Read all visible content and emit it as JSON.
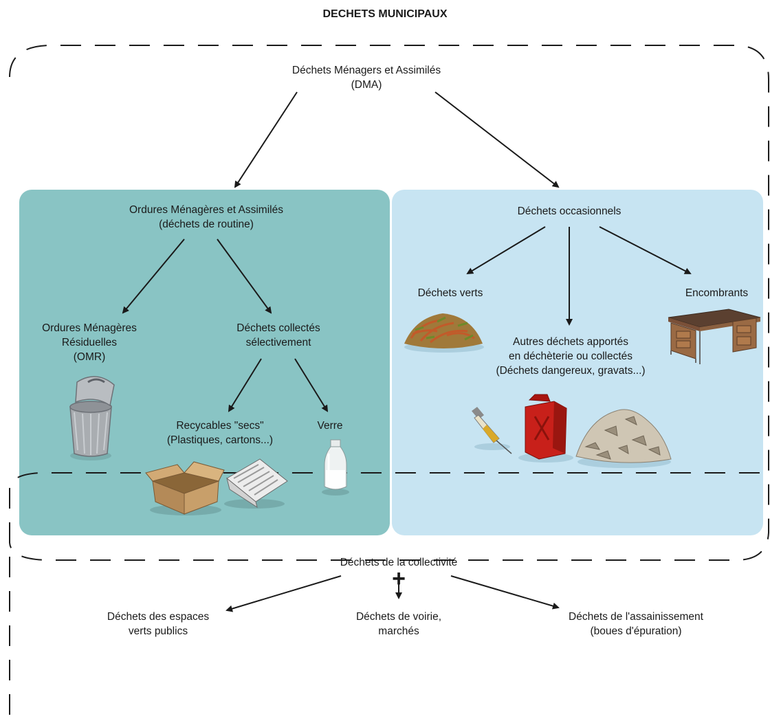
{
  "title": "DECHETS MUNICIPAUX",
  "colors": {
    "left_panel": "#89c4c4",
    "right_panel": "#c7e4f2",
    "stroke": "#1a1a1a"
  },
  "dma": {
    "line1": "Déchets Ménagers et Assimilés",
    "line2": "(DMA)"
  },
  "oma": {
    "line1": "Ordures Ménagères et Assimilés",
    "line2": "(déchets de routine)"
  },
  "omr": {
    "line1": "Ordures Ménagères",
    "line2": "Résiduelles",
    "line3": "(OMR)"
  },
  "selective": {
    "line1": "Déchets collectés",
    "line2": "sélectivement"
  },
  "recyclables": {
    "line1": "Recycables \"secs\"",
    "line2": "(Plastiques, cartons...)"
  },
  "glass": {
    "label": "Verre"
  },
  "occasional": {
    "label": "Déchets occasionnels"
  },
  "green": {
    "label": "Déchets verts"
  },
  "bulky": {
    "label": "Encombrants"
  },
  "other": {
    "line1": "Autres déchets apportés",
    "line2": "en déchèterie ou collectés",
    "line3": "(Déchets dangereux, gravats...)"
  },
  "plus": "+",
  "community": {
    "label": "Déchets de la collectivité"
  },
  "public_green": {
    "line1": "Déchets des espaces",
    "line2": "verts publics"
  },
  "roads": {
    "line1": "Déchets de voirie,",
    "line2": "marchés"
  },
  "sanitation": {
    "line1": "Déchets de l'assainissement",
    "line2": "(boues d'épuration)"
  },
  "icons": [
    "trash-can-icon",
    "cardboard-box-icon",
    "newspaper-icon",
    "glass-bottle-icon",
    "leaf-pile-icon",
    "desk-icon",
    "syringe-icon",
    "jerrycan-icon",
    "rubble-pile-icon"
  ]
}
